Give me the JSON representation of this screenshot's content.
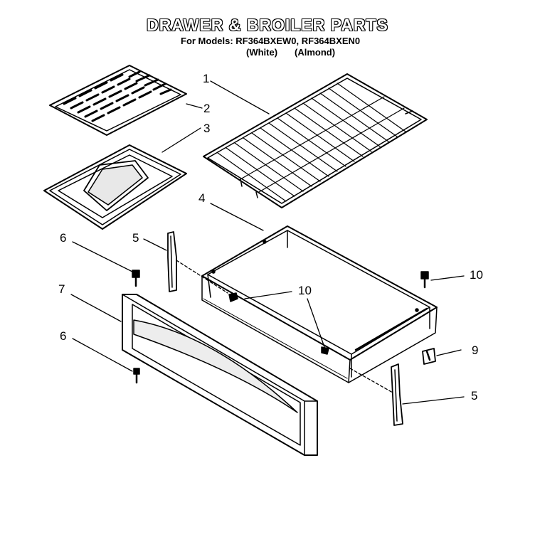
{
  "header": {
    "title": "DRAWER & BROILER PARTS",
    "models_line": "For Models: RF364BXEW0, RF364BXEN0",
    "variant_white": "(White)",
    "variant_almond": "(Almond)"
  },
  "callouts": {
    "oven_rack": "1",
    "broiler_grid": "2",
    "broiler_pan": "3",
    "drawer_body": "4",
    "slide_left": "5",
    "slide_right": "5",
    "screw_top": "6",
    "screw_bottom": "6",
    "drawer_front": "7",
    "clip": "9",
    "screw_center": "10",
    "screw_right": "10"
  }
}
